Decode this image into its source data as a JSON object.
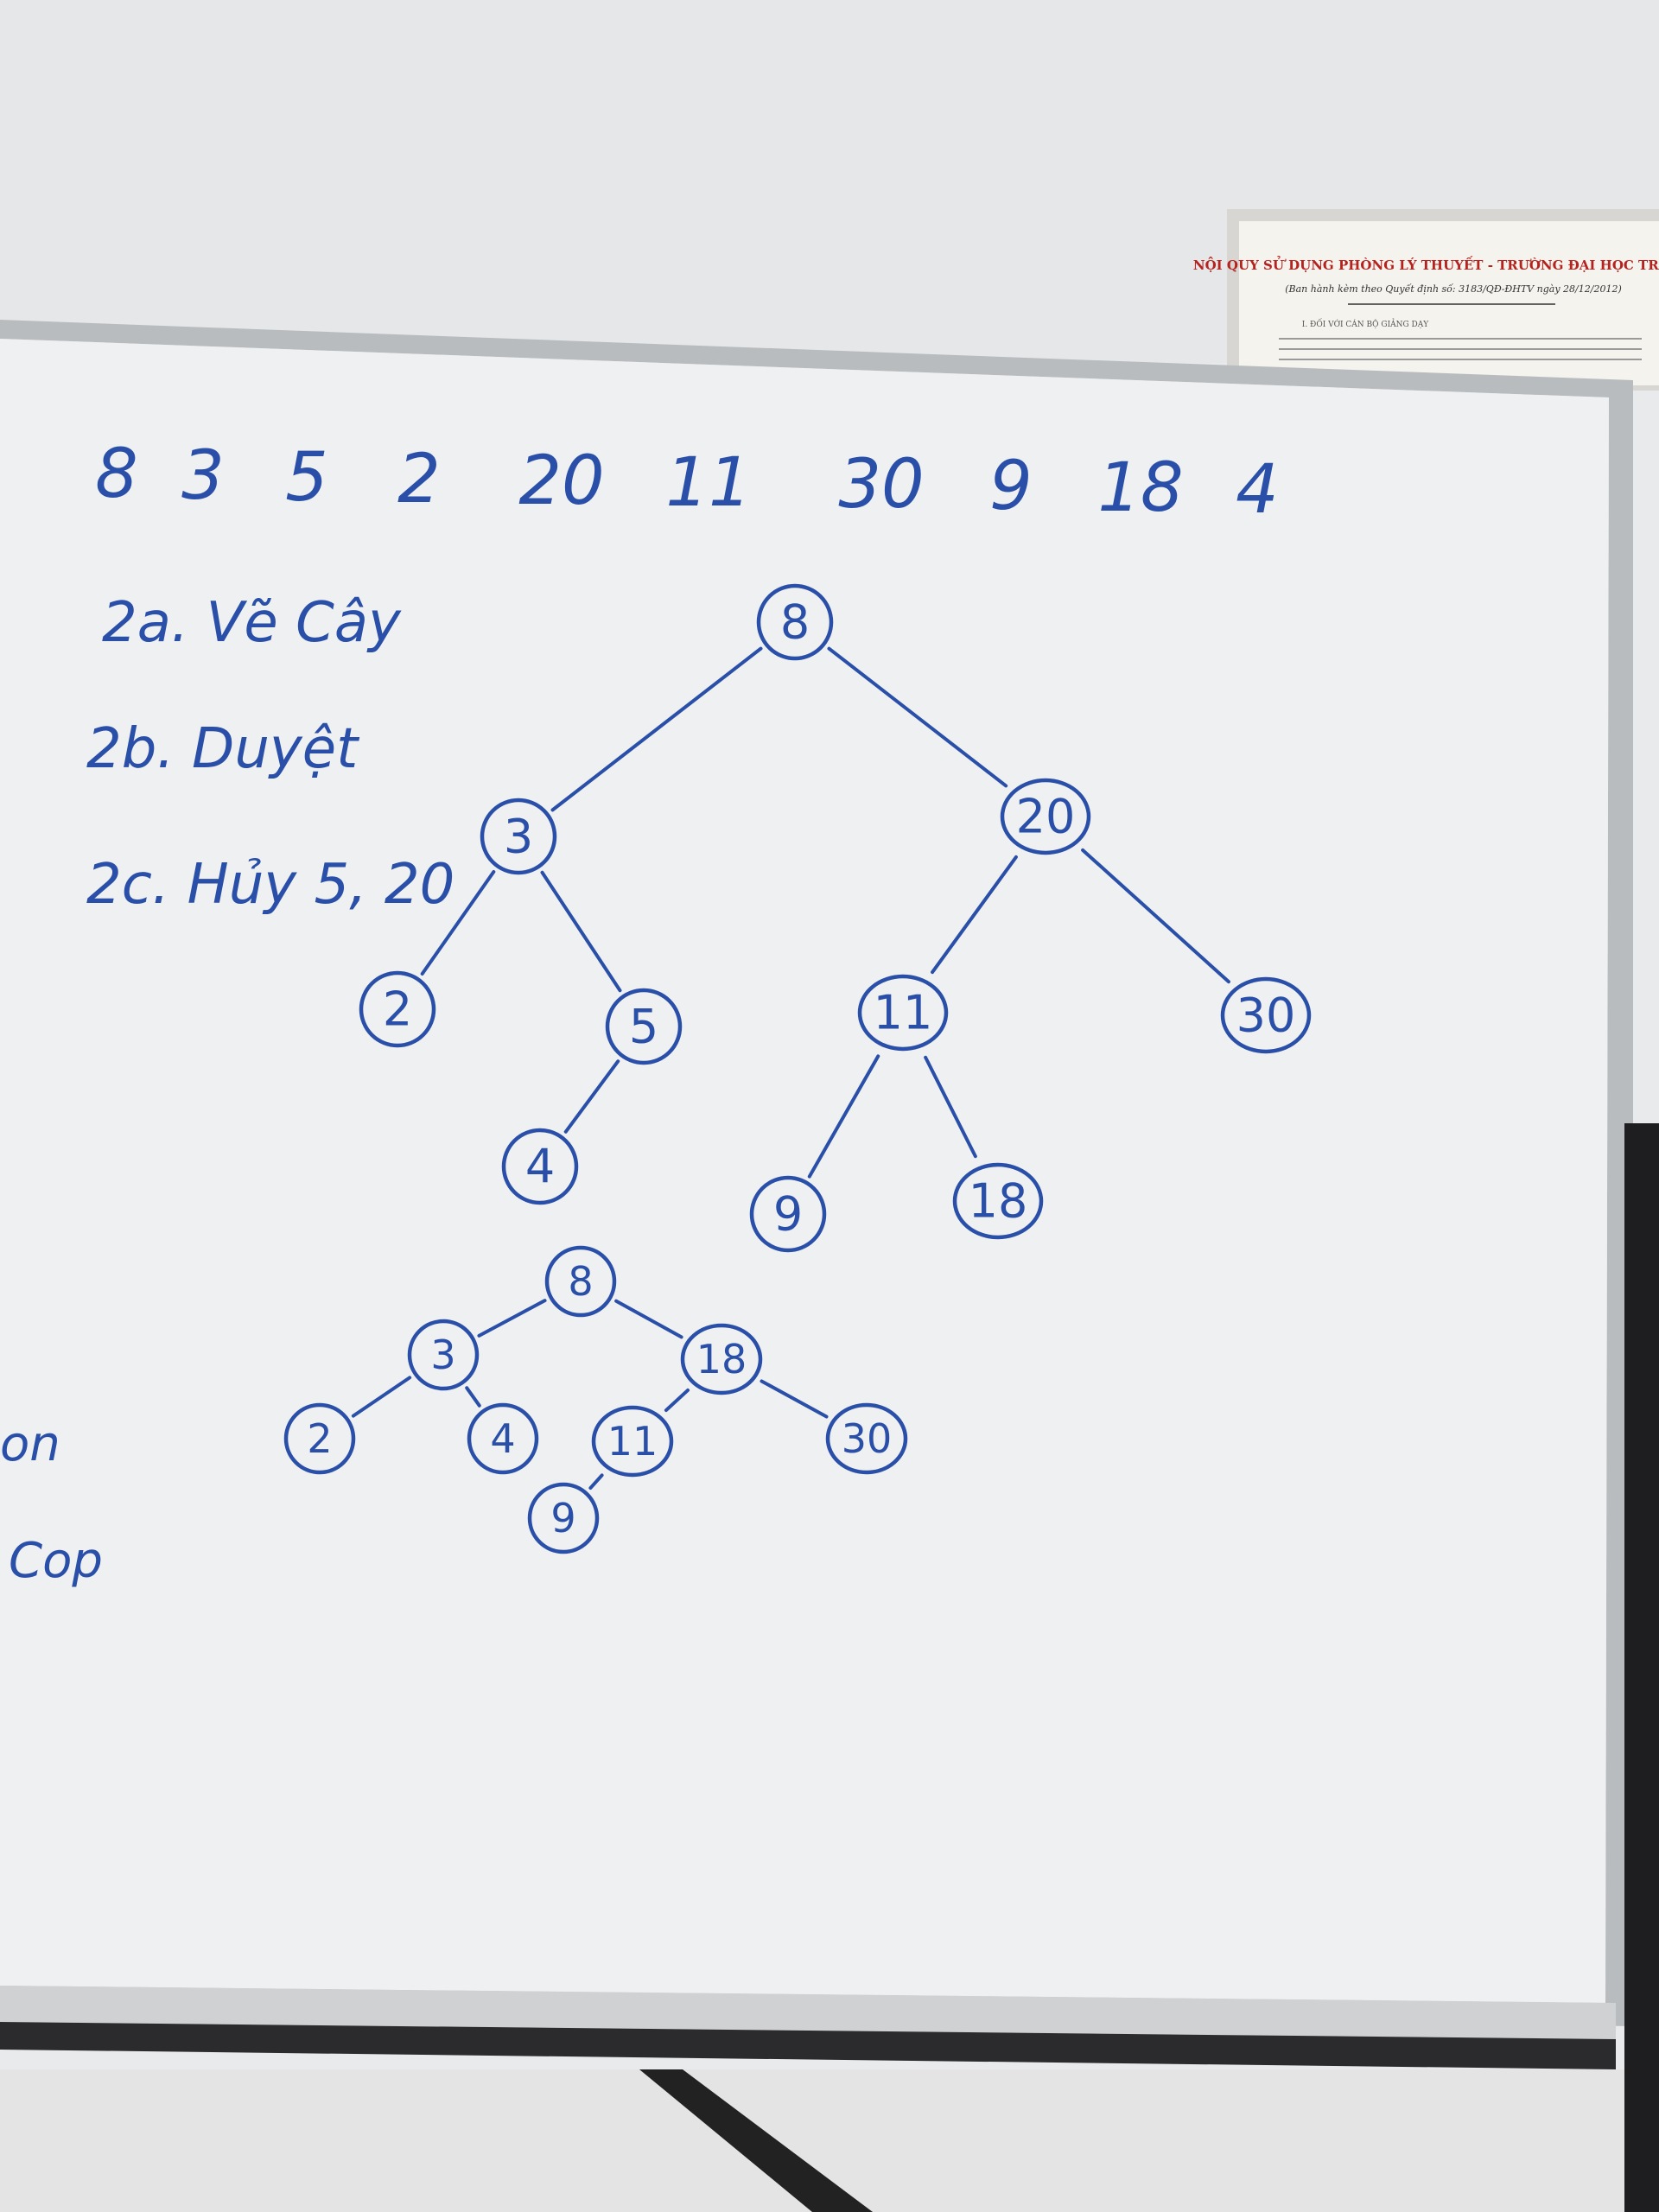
{
  "sequence": [
    "8",
    "3",
    "5",
    "2",
    "20",
    "11",
    "30",
    "9",
    "18",
    "4"
  ],
  "tasks": [
    {
      "label": "2a. Vẽ Cây"
    },
    {
      "label": "2b. Duyệt"
    },
    {
      "label": "2c. Hủy 5, 20"
    }
  ],
  "side_notes": [
    "on",
    "Cop"
  ],
  "poster": {
    "title": "NỘI QUY SỬ DỤNG PHÒNG LÝ THUYẾT - TRƯỜNG ĐẠI HỌC TRÀ VINH",
    "subtitle": "(Ban hành kèm theo Quyết định số: 3183/QĐ-ĐHTV ngày 28/12/2012)",
    "section": "I. ĐỐI VỚI CÁN BỘ GIẢNG DẠY"
  },
  "tree_original": {
    "nodes": [
      {
        "id": "n8",
        "label": "8"
      },
      {
        "id": "n3",
        "label": "3"
      },
      {
        "id": "n20",
        "label": "20"
      },
      {
        "id": "n2",
        "label": "2"
      },
      {
        "id": "n5",
        "label": "5"
      },
      {
        "id": "n11",
        "label": "11"
      },
      {
        "id": "n30",
        "label": "30"
      },
      {
        "id": "n4",
        "label": "4"
      },
      {
        "id": "n9",
        "label": "9"
      },
      {
        "id": "n18",
        "label": "18"
      }
    ],
    "edges": [
      [
        "n8",
        "n3"
      ],
      [
        "n8",
        "n20"
      ],
      [
        "n3",
        "n2"
      ],
      [
        "n3",
        "n5"
      ],
      [
        "n5",
        "n4"
      ],
      [
        "n20",
        "n11"
      ],
      [
        "n20",
        "n30"
      ],
      [
        "n11",
        "n9"
      ],
      [
        "n11",
        "n18"
      ]
    ]
  },
  "tree_after_delete": {
    "nodes": [
      {
        "id": "m8",
        "label": "8"
      },
      {
        "id": "m3",
        "label": "3"
      },
      {
        "id": "m18",
        "label": "18"
      },
      {
        "id": "m2",
        "label": "2"
      },
      {
        "id": "m4",
        "label": "4"
      },
      {
        "id": "m11",
        "label": "11"
      },
      {
        "id": "m30",
        "label": "30"
      },
      {
        "id": "m9",
        "label": "9"
      }
    ],
    "edges": [
      [
        "m8",
        "m3"
      ],
      [
        "m8",
        "m18"
      ],
      [
        "m3",
        "m2"
      ],
      [
        "m3",
        "m4"
      ],
      [
        "m18",
        "m11"
      ],
      [
        "m18",
        "m30"
      ],
      [
        "m11",
        "m9"
      ]
    ]
  }
}
